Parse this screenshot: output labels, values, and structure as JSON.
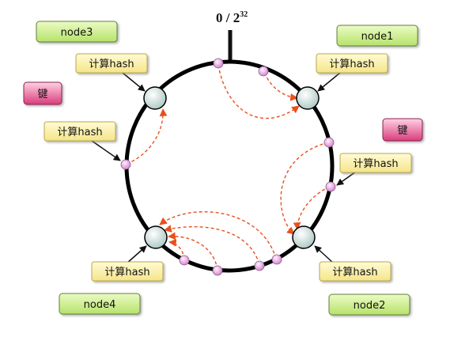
{
  "diagram": {
    "top_label_base": "0 / 2",
    "top_label_exp": "32",
    "nodes": [
      {
        "id": "node1",
        "label": "node1",
        "hash_label": "计算hash"
      },
      {
        "id": "node2",
        "label": "node2",
        "hash_label": "计算hash"
      },
      {
        "id": "node3",
        "label": "node3",
        "hash_label": "计算hash"
      },
      {
        "id": "node4",
        "label": "node4",
        "hash_label": "计算hash"
      }
    ],
    "keys": [
      {
        "id": "key-left",
        "label": "键",
        "hash_label": "计算hash"
      },
      {
        "id": "key-right",
        "label": "键",
        "hash_label": "计算hash"
      }
    ],
    "colors": {
      "ring": "#000000",
      "node_fill": "#cfe0dd",
      "key_point": "#e6a8e0",
      "arrow": "#e8501e",
      "node_box": "#c9ec86",
      "hash_box": "#fbf3a8",
      "key_box": "#e5558f"
    }
  }
}
